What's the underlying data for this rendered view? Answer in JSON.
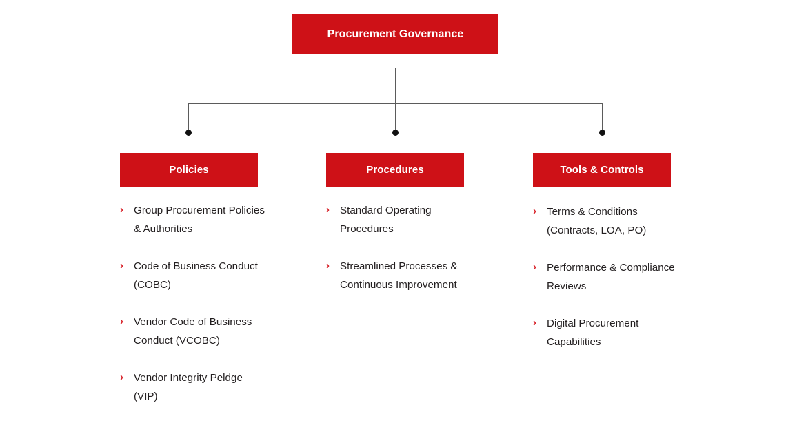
{
  "diagram": {
    "title": "Procurement Governance",
    "accent_color": "#CE1117",
    "chevron_color": "#D8232A",
    "text_color": "#231f20",
    "line_color": "#5b5b5b",
    "dot_color": "#111111",
    "bullet_glyph": "›",
    "root": {
      "label": "Procurement Governance"
    },
    "branches": [
      {
        "label": "Policies",
        "items": [
          "Group Procurement Policies & Authorities",
          "Code of Business Conduct (COBC)",
          "Vendor Code of Business Conduct (VCOBC)",
          "Vendor Integrity Peldge (VIP)"
        ]
      },
      {
        "label": "Procedures",
        "items": [
          "Standard Operating Procedures",
          "Streamlined Processes & Continuous Improvement"
        ]
      },
      {
        "label": "Tools & Controls",
        "items": [
          "Terms & Conditions (Contracts, LOA, PO)",
          "Performance & Compliance Reviews",
          "Digital Procurement Capabilities"
        ]
      }
    ]
  }
}
